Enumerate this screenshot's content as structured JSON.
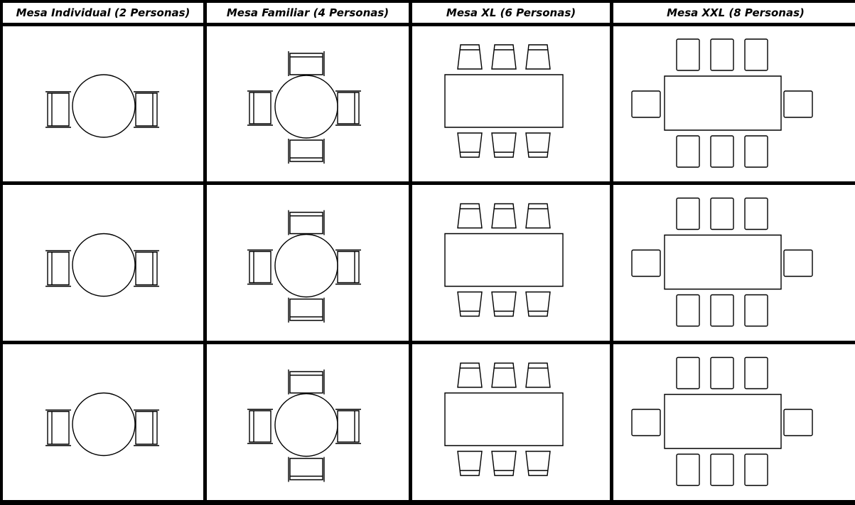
{
  "headers": {
    "individual": "Mesa Individual (2 Personas)",
    "familiar": "Mesa Familiar (4 Personas)",
    "xl": "Mesa XL (6 Personas)",
    "xxl": "Mesa XXL (8 Personas)"
  },
  "rows": 3,
  "line_color": "#000000"
}
